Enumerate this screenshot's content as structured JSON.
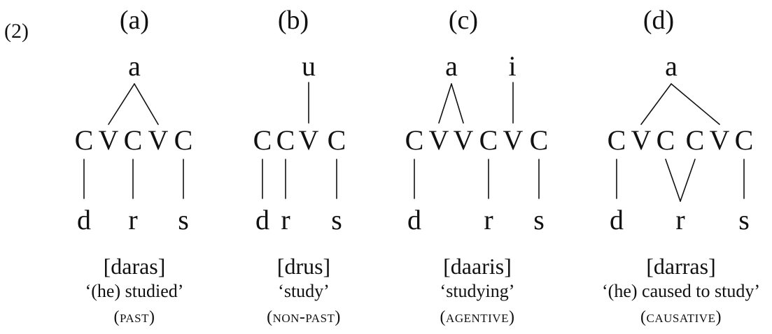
{
  "example_number": "(2)",
  "panels": [
    {
      "label": "(a)",
      "vowels": [
        "a"
      ],
      "skeleton": [
        "C",
        "V",
        "C",
        "V",
        "C"
      ],
      "consonants": [
        "d",
        "r",
        "s"
      ],
      "form": "[daras]",
      "gloss": "‘(he) studied’",
      "category": "(PAST)"
    },
    {
      "label": "(b)",
      "vowels": [
        "u"
      ],
      "skeleton": [
        "C",
        "C",
        "V",
        "C"
      ],
      "consonants": [
        "d",
        "r",
        "s"
      ],
      "form": "[drus]",
      "gloss": "‘study’",
      "category": "(NON-PAST)"
    },
    {
      "label": "(c)",
      "vowels": [
        "a",
        "i"
      ],
      "skeleton": [
        "C",
        "V",
        "V",
        "C",
        "V",
        "C"
      ],
      "consonants": [
        "d",
        "r",
        "s"
      ],
      "form": "[daaris]",
      "gloss": "‘studying’",
      "category": "(AGENTIVE)"
    },
    {
      "label": "(d)",
      "vowels": [
        "a"
      ],
      "skeleton": [
        "C",
        "V",
        "C",
        "C",
        "V",
        "C"
      ],
      "consonants": [
        "d",
        "r",
        "s"
      ],
      "form": "[darras]",
      "gloss": "‘(he) caused to study’",
      "category": "(CAUSATIVE)"
    }
  ]
}
